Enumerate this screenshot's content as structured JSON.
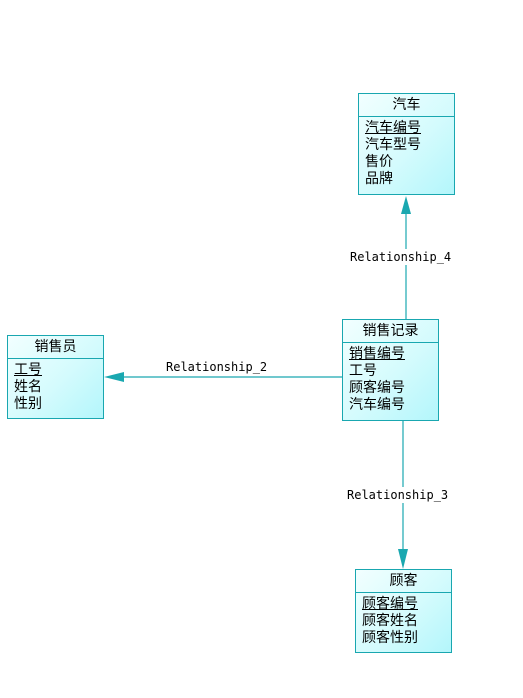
{
  "entities": {
    "car": {
      "title": "汽车",
      "attributes": [
        {
          "text": "汽车编号",
          "pk": true
        },
        {
          "text": "汽车型号",
          "pk": false
        },
        {
          "text": "售价",
          "pk": false
        },
        {
          "text": "品牌",
          "pk": false
        }
      ]
    },
    "salesperson": {
      "title": "销售员",
      "attributes": [
        {
          "text": "工号",
          "pk": true
        },
        {
          "text": "姓名",
          "pk": false
        },
        {
          "text": "性别",
          "pk": false
        }
      ]
    },
    "sales_record": {
      "title": "销售记录",
      "attributes": [
        {
          "text": "销售编号",
          "pk": true
        },
        {
          "text": "工号",
          "pk": false
        },
        {
          "text": "顾客编号",
          "pk": false
        },
        {
          "text": "汽车编号",
          "pk": false
        }
      ]
    },
    "customer": {
      "title": "顾客",
      "attributes": [
        {
          "text": "顾客编号",
          "pk": true
        },
        {
          "text": "顾客姓名",
          "pk": false
        },
        {
          "text": "顾客性别",
          "pk": false
        }
      ]
    }
  },
  "relationships": {
    "r4": {
      "label": "Relationship_4",
      "from": "销售记录",
      "to": "汽车"
    },
    "r2": {
      "label": "Relationship_2",
      "from": "销售记录",
      "to": "销售员"
    },
    "r3": {
      "label": "Relationship_3",
      "from": "销售记录",
      "to": "顾客"
    }
  },
  "colors": {
    "line": "#1aa8b0",
    "border": "#19a7b0",
    "fill": "#ccfbfd"
  }
}
